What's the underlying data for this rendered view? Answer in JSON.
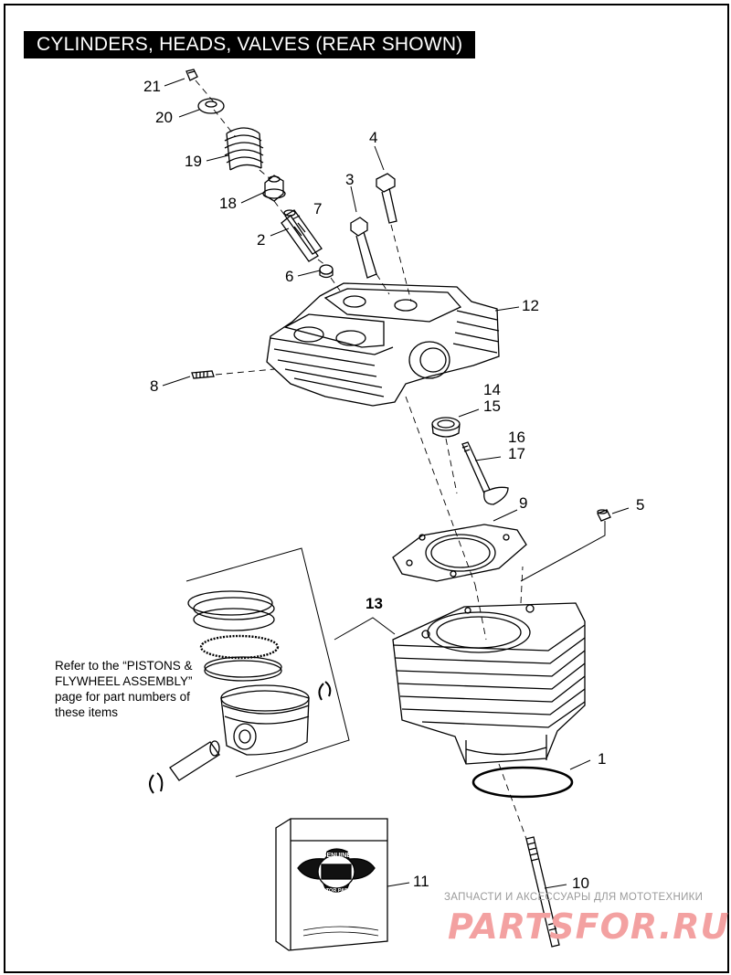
{
  "title": "CYLINDERS, HEADS, VALVES (REAR SHOWN)",
  "callouts": {
    "c1": "1",
    "c2": "2",
    "c3": "3",
    "c4": "4",
    "c5": "5",
    "c6": "6",
    "c7": "7",
    "c8": "8",
    "c9": "9",
    "c10": "10",
    "c11": "11",
    "c12": "12",
    "c13": "13",
    "c14": "14",
    "c15": "15",
    "c16": "16",
    "c17": "17",
    "c18": "18",
    "c19": "19",
    "c20": "20",
    "c21": "21"
  },
  "note": "Refer to the “PISTONS &\nFLYWHEEL ASSEMBLY”\npage for part numbers of\nthese items",
  "watermark": {
    "tagline": "ЗАПЧАСТИ И АКСЕССУАРЫ ДЛЯ МОТОТЕХНИКИ",
    "logo": "PARTSFOR.RU"
  },
  "box_badge": {
    "line1": "GENUINE",
    "line2": "MOTOR PARTS"
  }
}
